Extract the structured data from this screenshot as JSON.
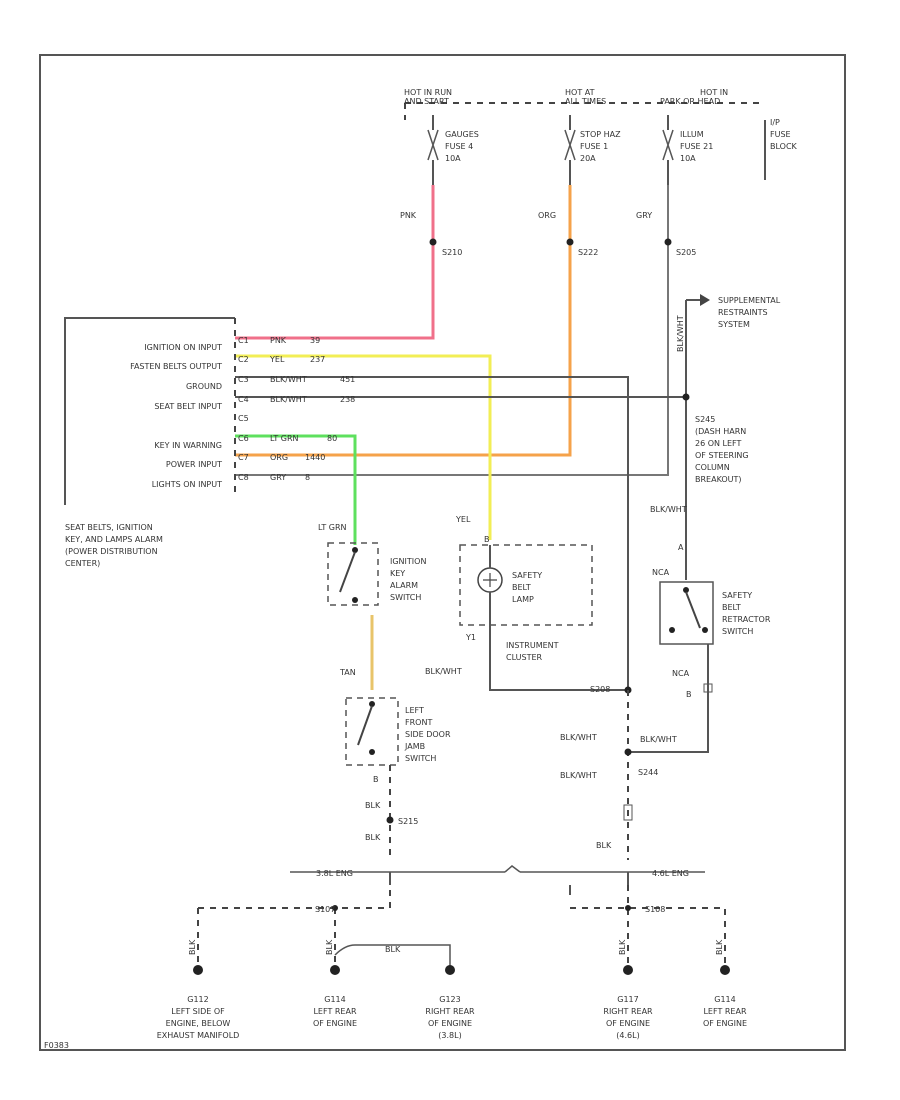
{
  "fuse_block": {
    "label": [
      "I/P",
      "FUSE",
      "BLOCK"
    ],
    "feeds": [
      {
        "label": [
          "HOT IN RUN",
          "AND START"
        ],
        "fuse": [
          "GAUGES",
          "FUSE 4",
          "10A"
        ],
        "wire_color": "PNK",
        "splice": "S210"
      },
      {
        "label": [
          "HOT AT",
          "ALL TIMES"
        ],
        "fuse": [
          "STOP HAZ",
          "FUSE 1",
          "20A"
        ],
        "wire_color": "ORG",
        "splice": "S222"
      },
      {
        "label": [
          "HOT IN",
          "PARK OR HEAD"
        ],
        "fuse": [
          "ILLUM",
          "FUSE 21",
          "10A"
        ],
        "wire_color": "GRY",
        "splice": "S205"
      }
    ]
  },
  "module": {
    "inputs": [
      {
        "name": "IGNITION ON INPUT",
        "pin": "C1",
        "color": "PNK",
        "circuit": "39"
      },
      {
        "name": "FASTEN BELTS OUTPUT",
        "pin": "C2",
        "color": "YEL",
        "circuit": "237"
      },
      {
        "name": "GROUND",
        "pin": "C3",
        "color": "BLK/WHT",
        "circuit": "451"
      },
      {
        "name": "SEAT BELT INPUT",
        "pin": "C4",
        "color": "BLK/WHT",
        "circuit": "238"
      },
      {
        "name": "",
        "pin": "C5",
        "color": "",
        "circuit": ""
      },
      {
        "name": "KEY IN WARNING",
        "pin": "C6",
        "color": "LT GRN",
        "circuit": "80"
      },
      {
        "name": "POWER INPUT",
        "pin": "C7",
        "color": "ORG",
        "circuit": "1440"
      },
      {
        "name": "LIGHTS ON INPUT",
        "pin": "C8",
        "color": "GRY",
        "circuit": "8"
      }
    ],
    "description": [
      "SEAT BELTS, IGNITION",
      "KEY, AND LAMPS ALARM",
      "(POWER DISTRIBUTION",
      "CENTER)"
    ]
  },
  "supplemental_restraint": {
    "label": [
      "SUPPLEMENTAL",
      "RESTRAINTS",
      "SYSTEM"
    ],
    "wire": "BLK/WHT"
  },
  "splice_s245": {
    "label": [
      "S245",
      "(DASH HARN",
      "26 ON LEFT",
      "OF STEERING",
      "COLUMN",
      "BREAKOUT)"
    ]
  },
  "ignition_switch": {
    "wire": "LT GRN",
    "label": [
      "IGNITION",
      "KEY",
      "ALARM",
      "SWITCH"
    ],
    "out_wire": "TAN"
  },
  "safety_lamp": {
    "wire": "YEL",
    "pin_top": "B",
    "label": [
      "SAFETY",
      "BELT",
      "LAMP"
    ],
    "pin_bottom": "Y1",
    "cluster": [
      "INSTRUMENT",
      "CLUSTER"
    ]
  },
  "retractor_switch": {
    "wire": "BLK/WHT",
    "pin_a": "A",
    "pin_b": "B",
    "connector": "NCA",
    "label": [
      "SAFETY",
      "BELT",
      "RETRACTOR",
      "SWITCH"
    ]
  },
  "door_switch": {
    "label": [
      "LEFT",
      "FRONT",
      "SIDE DOOR",
      "JAMB",
      "SWITCH"
    ],
    "pin": "B",
    "wire": "BLK",
    "splice": "S215",
    "out_wire": "BLK"
  },
  "center_ground": {
    "splice_top": "S208",
    "wire1": "BLK/WHT",
    "splice2": "S244",
    "wire2": "BLK/WHT",
    "wire3": "BLK",
    "cluster_ground_wire": "BLK/WHT",
    "retractor_wire": "BLK/WHT"
  },
  "engines": {
    "left": "3.8L ENG",
    "right": "4.6L ENG"
  },
  "grounds": [
    {
      "id": "G112",
      "label": [
        "LEFT SIDE OF",
        "ENGINE, BELOW",
        "EXHAUST MANIFOLD"
      ],
      "wire": "BLK",
      "splice": "S107"
    },
    {
      "id": "G114",
      "label": [
        "LEFT REAR",
        "OF ENGINE"
      ],
      "wire": "BLK"
    },
    {
      "id": "G123",
      "label": [
        "RIGHT REAR",
        "OF ENGINE",
        "(3.8L)"
      ],
      "wire": "BLK"
    },
    {
      "id": "G117",
      "label": [
        "RIGHT REAR",
        "OF ENGINE",
        "(4.6L)"
      ],
      "wire": "BLK",
      "splice": "S108"
    },
    {
      "id": "G114",
      "label": [
        "LEFT REAR",
        "OF ENGINE"
      ],
      "wire": "BLK"
    }
  ],
  "figure_id": "F0383",
  "colors": {
    "pnk": "#f0708a",
    "org": "#f5a24a",
    "yel": "#f2ee55",
    "grn": "#5ee05e",
    "tan": "#e8c46a",
    "dark": "#555555"
  }
}
